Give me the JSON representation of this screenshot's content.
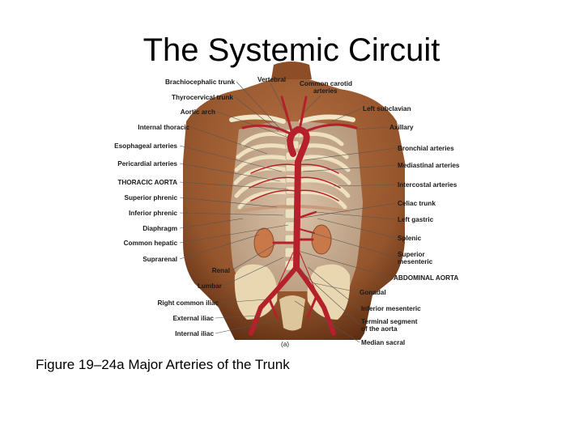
{
  "slide": {
    "title": "The Systemic Circuit",
    "caption": "Figure 19–24a Major Arteries of the Trunk"
  },
  "figure": {
    "panel_label": "(a)",
    "left_labels": [
      "Brachiocephalic trunk",
      "Thyrocervical trunk",
      "Aortic arch",
      "Internal thoracic",
      "Esophageal arteries",
      "Pericardial arteries",
      "THORACIC AORTA",
      "Superior phrenic",
      "Inferior phrenic",
      "Diaphragm",
      "Common hepatic",
      "Suprarenal",
      "Renal",
      "Lumbar",
      "Right common iliac",
      "External iliac",
      "Internal iliac"
    ],
    "top_labels": {
      "vertebral": "Vertebral",
      "carotid_line1": "Common carotid",
      "carotid_line2": "arteries"
    },
    "right_labels": [
      "Left subclavian",
      "Axillary",
      "Bronchial arteries",
      "Mediastinal arteries",
      "Intercostal arteries",
      "Celiac trunk",
      "Left gastric",
      "Splenic",
      "Superior",
      "mesenteric",
      "ABDOMINAL AORTA",
      "Gonadal",
      "Inferior mesenteric",
      "Terminal segment",
      "of the aorta",
      "Median sacral"
    ],
    "colors": {
      "skin": "#a8663c",
      "skin_dark": "#6e3b1c",
      "bone": "#efe0bf",
      "artery": "#b5202a",
      "kidney": "#c9784a"
    }
  }
}
